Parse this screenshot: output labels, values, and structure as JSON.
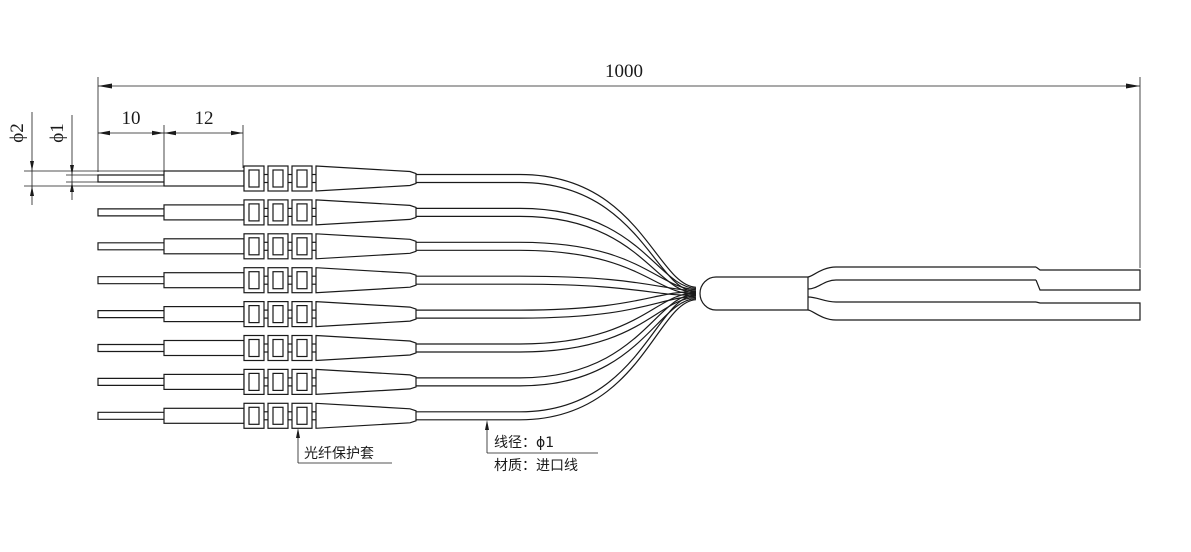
{
  "dimensions": {
    "overall_length": "1000",
    "ferrule_length": "10",
    "sleeve_length": "12",
    "outer_diameter": "ϕ2",
    "inner_diameter": "ϕ1"
  },
  "labels": {
    "protector": "光纤保护套",
    "wire_diameter": "线径：ϕ1",
    "material": "材质：进口线"
  },
  "fiber_count": 8,
  "output_count": 2
}
